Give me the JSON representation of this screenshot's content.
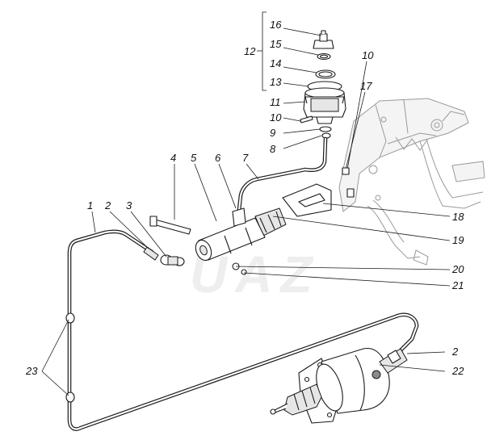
{
  "callouts": {
    "c1": "1",
    "c2a": "2",
    "c2b": "2",
    "c3": "3",
    "c4": "4",
    "c5": "5",
    "c6": "6",
    "c7": "7",
    "c8": "8",
    "c9": "9",
    "c10a": "10",
    "c10b": "10",
    "c11": "11",
    "c12": "12",
    "c13": "13",
    "c14": "14",
    "c15": "15",
    "c16": "16",
    "c17": "17",
    "c18": "18",
    "c19": "19",
    "c20": "20",
    "c21": "21",
    "c22": "22",
    "c23": "23"
  },
  "watermark": "UAZ"
}
